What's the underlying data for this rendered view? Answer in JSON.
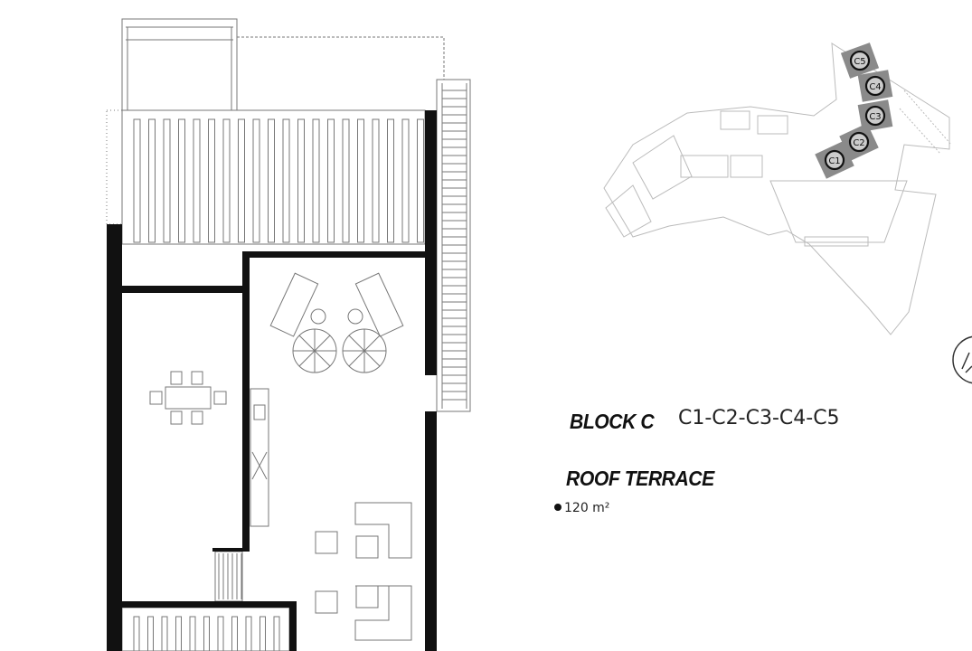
{
  "block": {
    "title": "BLOCK C",
    "units": "C1-C2-C3-C4-C5"
  },
  "section": {
    "title": "ROOF TERRACE",
    "area": "120 m²"
  },
  "key_plan": {
    "labels": [
      "C1",
      "C2",
      "C3",
      "C4",
      "C5"
    ]
  },
  "colors": {
    "wall": "#111111",
    "line": "#888888",
    "highlight": "#8a8a8a"
  }
}
